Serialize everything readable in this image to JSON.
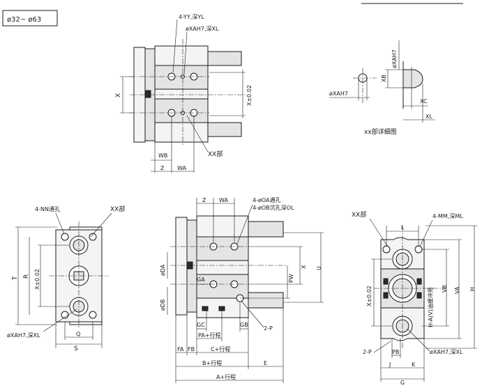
{
  "size_range": "ø32~ ø63",
  "detail_caption": "xx部详细图",
  "labels": {
    "yy_depth_yl": "4-YY,深YL",
    "xah7_depth_xl": "øXAH7,深XL",
    "x": "X",
    "x_pm": "X±0.02",
    "wb": "WB",
    "z": "Z",
    "wa": "WA",
    "xx_part": "XX部",
    "xb": "XB",
    "xah7": "øXAH7",
    "xc": "XC",
    "xl": "XL",
    "nn_through": "4-NN通孔",
    "t": "T",
    "r": "R",
    "q": "Q",
    "s": "S",
    "od_through": "4-øOA通孔",
    "ob_cbore": "4-øOB沉孔深OL",
    "oda": "øDA",
    "odb": "øDB",
    "ga": "GA",
    "gb": "GB",
    "gc": "GC",
    "pw": "PW",
    "u": "U",
    "two_p": "2-P",
    "pa_stroke": "PA+行程",
    "fa": "FA",
    "fb": "FB",
    "c_stroke": "C+行程",
    "b_stroke": "B+行程",
    "e": "E",
    "a_stroke": "A+行程",
    "mm_depth_ml": "4-MM,深ML",
    "l": "L",
    "vb": "VB",
    "va": "VA",
    "h": "H",
    "hav": "H-A(V)油缓冲用",
    "pb": "PB",
    "j": "J",
    "k": "K",
    "g": "G"
  }
}
